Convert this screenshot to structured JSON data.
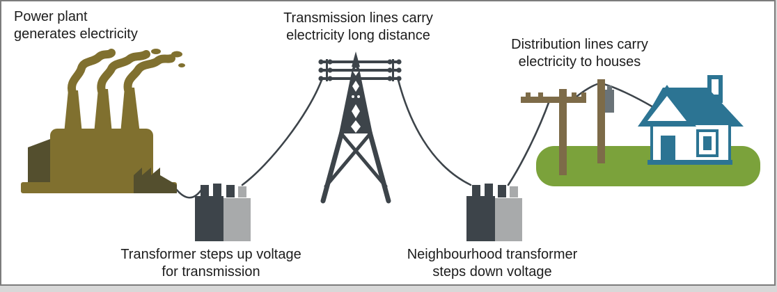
{
  "labels": {
    "power_plant": {
      "line1": "Power plant",
      "line2": "generates electricity"
    },
    "transmission": {
      "line1": "Transmission lines carry",
      "line2": "electricity long distance"
    },
    "distribution": {
      "line1": "Distribution lines carry",
      "line2": "electricity to houses"
    },
    "step_up_transformer": {
      "line1": "Transformer steps up voltage",
      "line2": "for transmission"
    },
    "step_down_transformer": {
      "line1": "Neighbourhood transformer",
      "line2": "steps down voltage"
    }
  },
  "icons": [
    {
      "name": "power-plant-icon",
      "depicts": "factory with three smoking chimneys"
    },
    {
      "name": "step-up-transformer-icon",
      "depicts": "two-box electrical transformer with bushings"
    },
    {
      "name": "transmission-tower-icon",
      "depicts": "lattice pylon with three crossarms and insulators"
    },
    {
      "name": "step-down-transformer-icon",
      "depicts": "two-box electrical transformer with bushings"
    },
    {
      "name": "utility-poles-icon",
      "depicts": "wooden poles with crossarm and pole-mounted transformer box"
    },
    {
      "name": "house-icon",
      "depicts": "house with chimney, door and window"
    },
    {
      "name": "grass-icon",
      "depicts": "green rounded ground strip"
    },
    {
      "name": "power-line-icon",
      "depicts": "sagging electric wires connecting each stage"
    }
  ],
  "colors": {
    "text": "#1c1c1c",
    "frameBorder": "#7c7c7c",
    "pageEdge": "#d8d8d8",
    "olive": "#80702f",
    "oliveDark": "#544f2e",
    "slate": "#3d444a",
    "lightGray": "#a8aaab",
    "grass": "#7ba23b",
    "pole": "#7d6b48",
    "poleBox": "#6a7378",
    "teal": "#2c7493",
    "white": "#ffffff"
  }
}
